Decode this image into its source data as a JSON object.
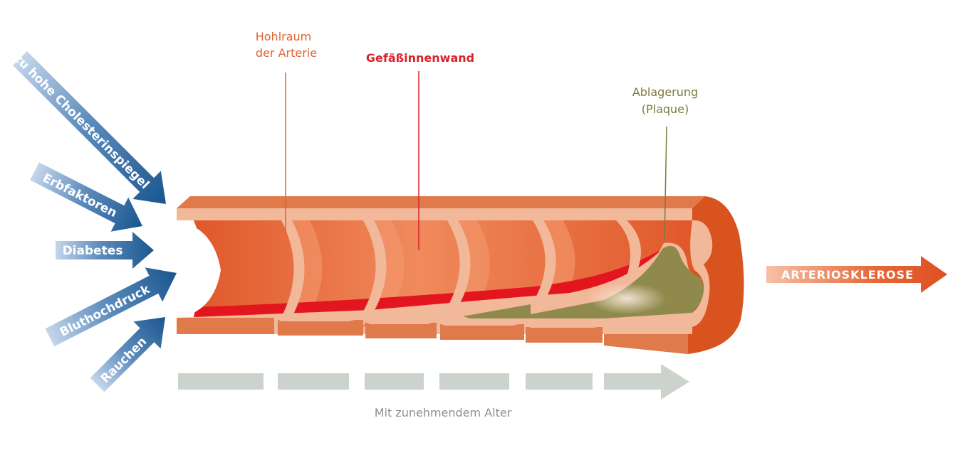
{
  "labels": {
    "lumen_line1": "Hohlraum",
    "lumen_line2": "der Arterie",
    "inner_wall": "Gefäßinnenwand",
    "plaque_line1": "Ablagerung",
    "plaque_line2": "(Plaque)",
    "age": "Mit zunehmendem Alter",
    "result": "ARTERIOSKLEROSE"
  },
  "risk_factors": [
    "zu hohe Cholesterinspiegel",
    "Erbfaktoren",
    "Diabetes",
    "Bluthochdruck",
    "Rauchen"
  ],
  "colors": {
    "arrow_blue": "#1d5b94",
    "arrow_light": "#b9cfe6",
    "outer_wall": "#e07a4a",
    "inner_tissue": "#f2b89a",
    "lumen": "#e25a2b",
    "inner_lining": "#e3161f",
    "plaque": "#8f8a4b",
    "grey_arrow": "#ccd3cc",
    "label_orange": "#e0622f",
    "label_red": "#d9232a",
    "label_olive": "#7d7a3a",
    "label_grey": "#8f8f8f"
  }
}
